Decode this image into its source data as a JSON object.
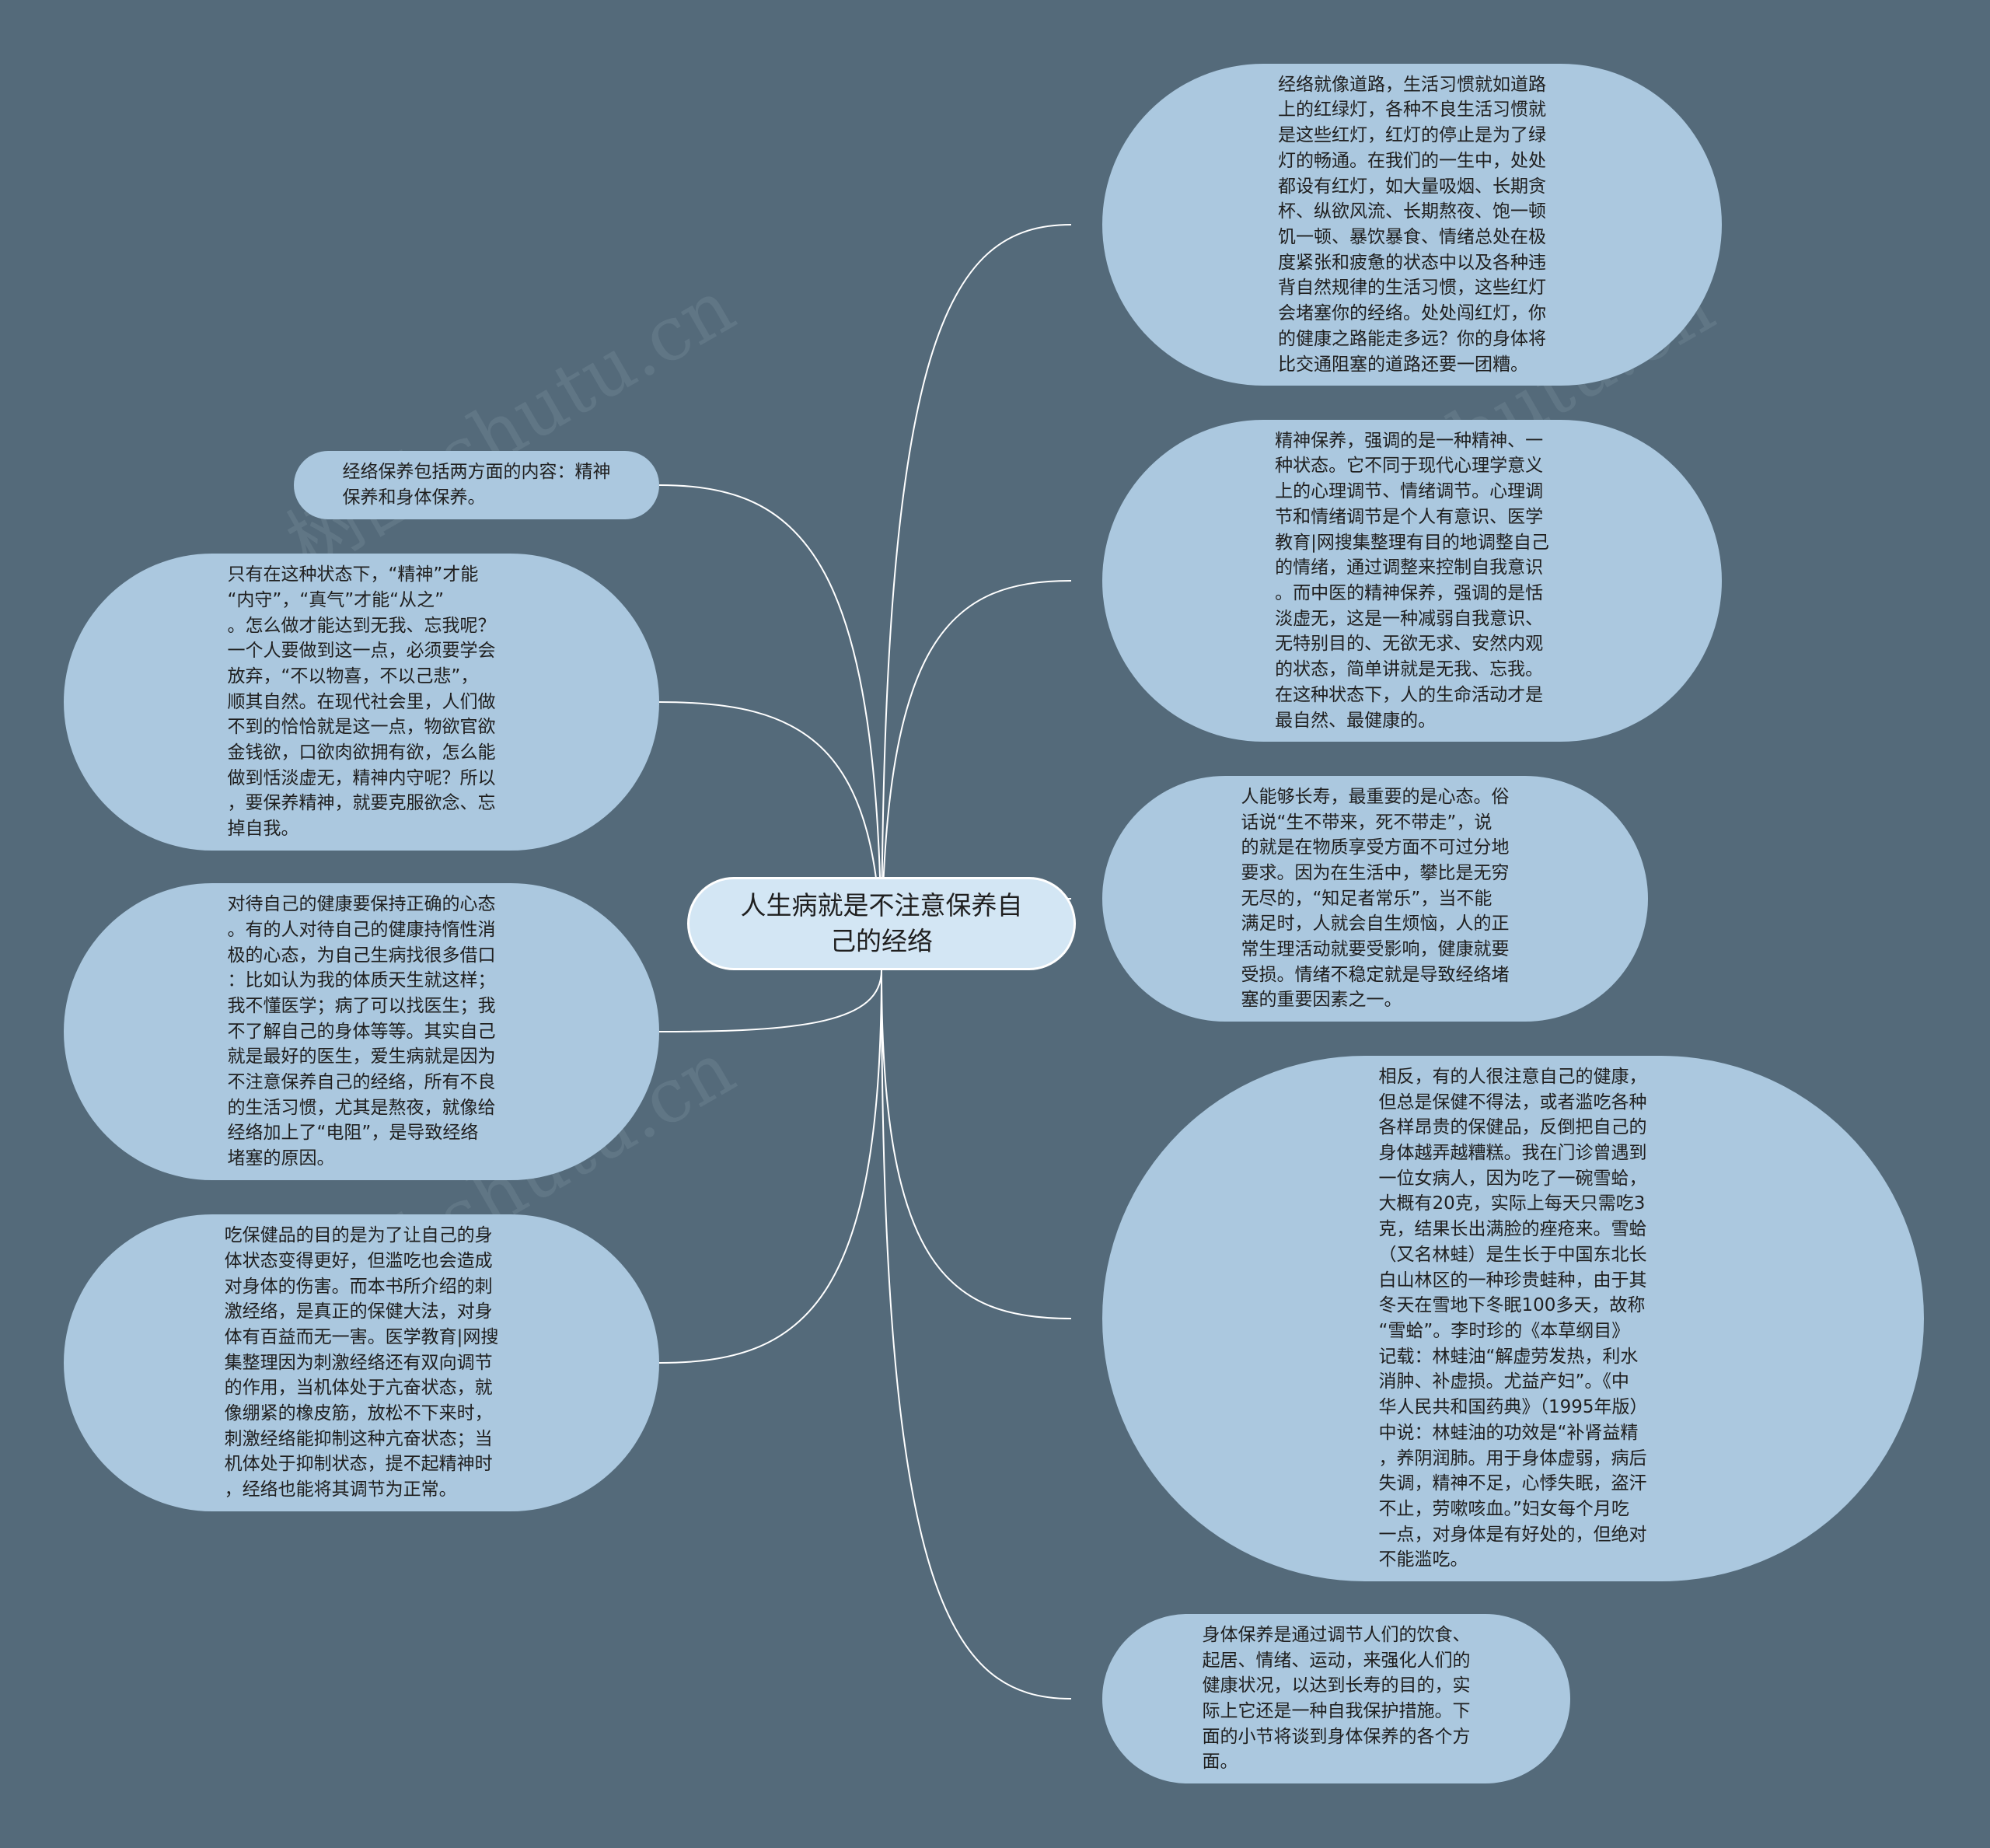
{
  "watermark": "树图 shutu.cn",
  "colors": {
    "background": "#546a7a",
    "node": "#abc8df",
    "center": "#d3e6f4",
    "link": "#ffffff"
  },
  "center": {
    "label": "人生病就是不注意保养自\n己的经络"
  },
  "nodes": [
    {
      "id": "n1",
      "text": "经络就像道路，生活习惯就如道路\n上的红绿灯，各种不良生活习惯就\n是这些红灯，红灯的停止是为了绿\n灯的畅通。在我们的一生中，处处\n都设有红灯，如大量吸烟、长期贪\n杯、纵欲风流、长期熬夜、饱一顿\n饥一顿、暴饮暴食、情绪总处在极\n度紧张和疲惫的状态中以及各种违\n背自然规律的生活习惯，这些红灯\n会堵塞你的经络。处处闯红灯，你\n的健康之路能走多远？你的身体将\n比交通阻塞的道路还要一团糟。"
    },
    {
      "id": "n2",
      "text": "精神保养，强调的是一种精神、一\n种状态。它不同于现代心理学意义\n上的心理调节、情绪调节。心理调\n节和情绪调节是个人有意识、医学\n教育|网搜集整理有目的地调整自己\n的情绪，通过调整来控制自我意识\n。而中医的精神保养，强调的是恬\n淡虚无，这是一种减弱自我意识、\n无特别目的、无欲无求、安然内观\n的状态，简单讲就是无我、忘我。\n在这种状态下，人的生命活动才是\n最自然、最健康的。"
    },
    {
      "id": "n3",
      "text": "人能够长寿，最重要的是心态。俗\n话说“生不带来，死不带走”，说\n的就是在物质享受方面不可过分地\n要求。因为在生活中，攀比是无穷\n无尽的，“知足者常乐”，当不能\n满足时，人就会自生烦恼，人的正\n常生理活动就要受影响，健康就要\n受损。情绪不稳定就是导致经络堵\n塞的重要因素之一。"
    },
    {
      "id": "n4",
      "text": "相反，有的人很注意自己的健康，\n但总是保健不得法，或者滥吃各种\n各样昂贵的保健品，反倒把自己的\n身体越弄越糟糕。我在门诊曾遇到\n一位女病人，因为吃了一碗雪蛤，\n大概有20克，实际上每天只需吃3\n克，结果长出满脸的痤疮来。雪蛤\n（又名林蛙）是生长于中国东北长\n白山林区的一种珍贵蛙种，由于其\n冬天在雪地下冬眠100多天，故称\n“雪蛤”。李时珍的《本草纲目》\n记载：林蛙油“解虚劳发热，利水\n消肿、补虚损。尤益产妇”。《中\n华人民共和国药典》（1995年版）\n中说：林蛙油的功效是“补肾益精\n，养阴润肺。用于身体虚弱，病后\n失调，精神不足，心悸失眠，盗汗\n不止，劳嗽咳血。”妇女每个月吃\n一点，对身体是有好处的，但绝对\n不能滥吃。"
    },
    {
      "id": "n5",
      "text": "身体保养是通过调节人们的饮食、\n起居、情绪、运动，来强化人们的\n健康状况，以达到长寿的目的，实\n际上它还是一种自我保护措施。下\n面的小节将谈到身体保养的各个方\n面。"
    },
    {
      "id": "n6",
      "text": "经络保养包括两方面的内容：精神\n保养和身体保养。"
    },
    {
      "id": "n7",
      "text": "只有在这种状态下，“精神”才能\n“内守”，“真气”才能“从之”\n。怎么做才能达到无我、忘我呢？\n一个人要做到这一点，必须要学会\n放弃，“不以物喜，不以己悲”，\n顺其自然。在现代社会里，人们做\n不到的恰恰就是这一点，物欲官欲\n金钱欲，口欲肉欲拥有欲，怎么能\n做到恬淡虚无，精神内守呢？所以\n，要保养精神，就要克服欲念、忘\n掉自我。"
    },
    {
      "id": "n8",
      "text": "对待自己的健康要保持正确的心态\n。有的人对待自己的健康持惰性消\n极的心态，为自己生病找很多借口\n：比如认为我的体质天生就这样；\n我不懂医学；病了可以找医生；我\n不了解自己的身体等等。其实自己\n就是最好的医生，爱生病就是因为\n不注意保养自己的经络，所有不良\n的生活习惯，尤其是熬夜，就像给\n经络加上了“电阻”，是导致经络\n堵塞的原因。"
    },
    {
      "id": "n9",
      "text": "吃保健品的目的是为了让自己的身\n体状态变得更好，但滥吃也会造成\n对身体的伤害。而本书所介绍的刺\n激经络，是真正的保健大法，对身\n体有百益而无一害。医学教育|网搜\n集整理因为刺激经络还有双向调节\n的作用，当机体处于亢奋状态，就\n像绷紧的橡皮筋，放松不下来时，\n刺激经络能抑制这种亢奋状态；当\n机体处于抑制状态，提不起精神时\n，经络也能将其调节为正常。"
    }
  ]
}
